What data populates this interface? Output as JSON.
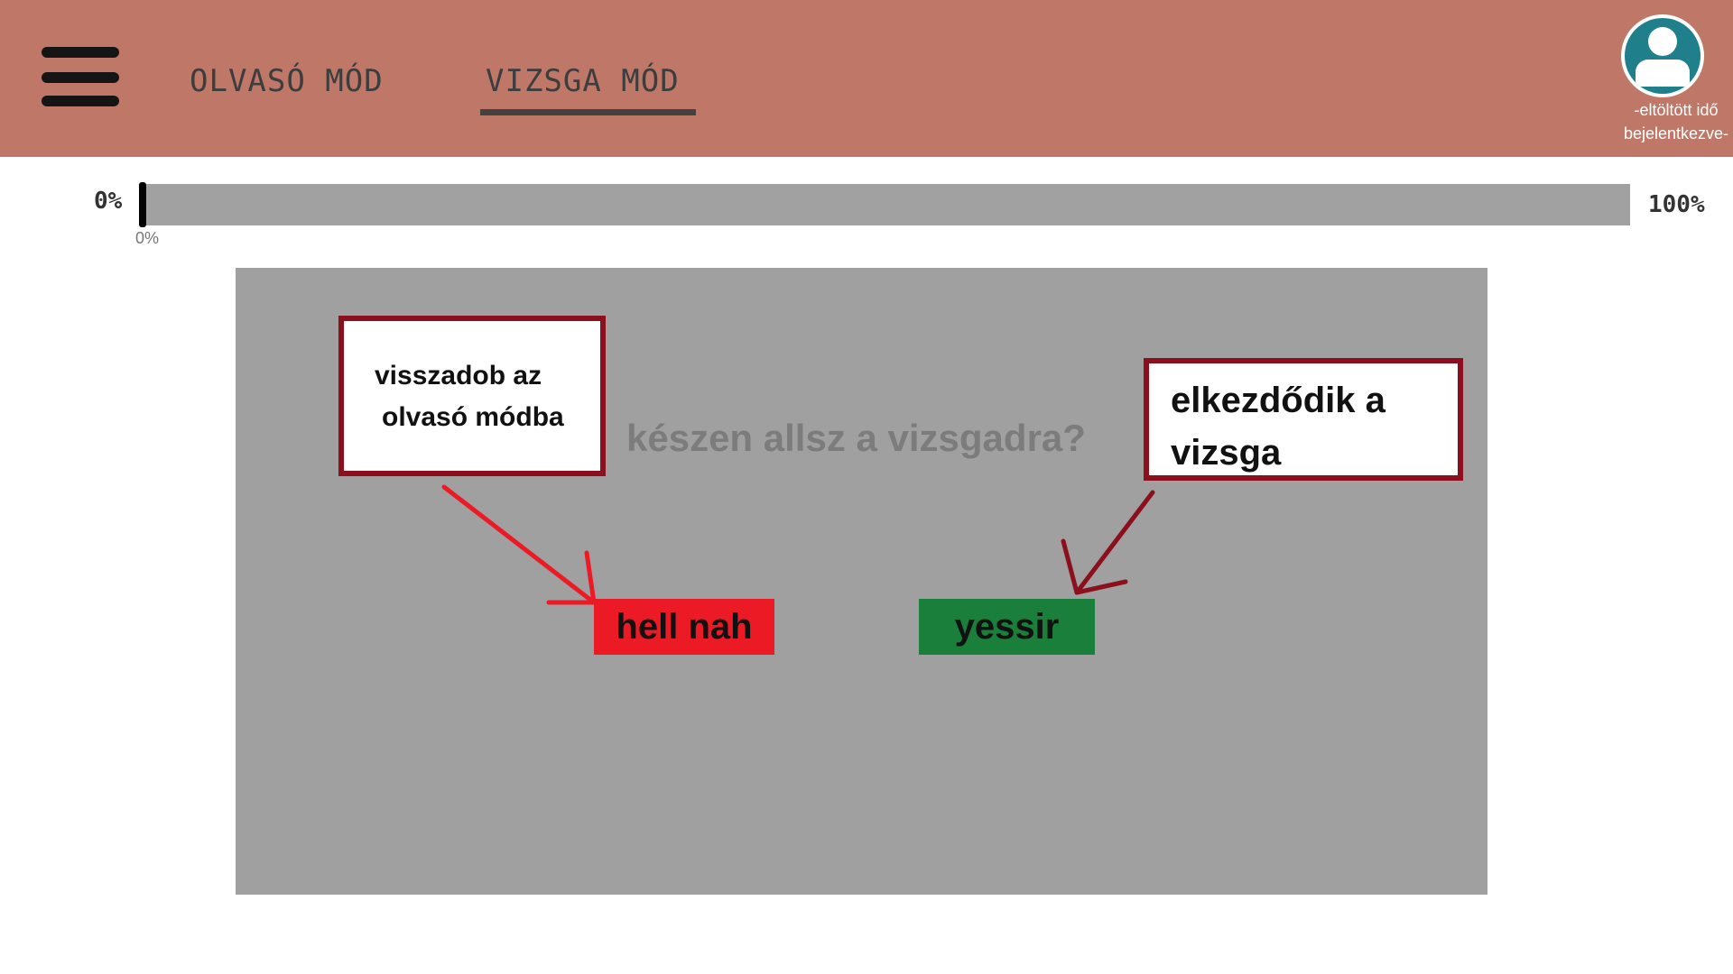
{
  "header": {
    "menu_icon": "hamburger-menu-icon",
    "tabs": [
      {
        "label": "OLVASÓ MÓD",
        "active": false
      },
      {
        "label": "VIZSGA MÓD",
        "active": true
      }
    ],
    "user": {
      "avatar_icon": "user-avatar-icon",
      "time_spent": "-eltöltött idő",
      "login_status": "bejelentkezve-"
    },
    "background_color": "#bf7868"
  },
  "progress": {
    "left_label": "0%",
    "right_label": "100%",
    "current_label": "0%",
    "value": 0
  },
  "main": {
    "question": "készen allsz a vizsgadra?",
    "buttons": {
      "no_label": "hell nah",
      "yes_label": "yessir"
    },
    "annotations": {
      "left_line1": "visszadob az",
      "left_line2": "olvasó módba",
      "right_line1": "elkezdődik a",
      "right_line2": "vizsga"
    }
  },
  "colors": {
    "panel": "#a0a0a0",
    "no_button": "#ec1a24",
    "yes_button": "#1a7f3a",
    "annotation_border": "#8c0f1e",
    "arrow_left": "#ec1a24",
    "arrow_right": "#8c0f1e"
  }
}
